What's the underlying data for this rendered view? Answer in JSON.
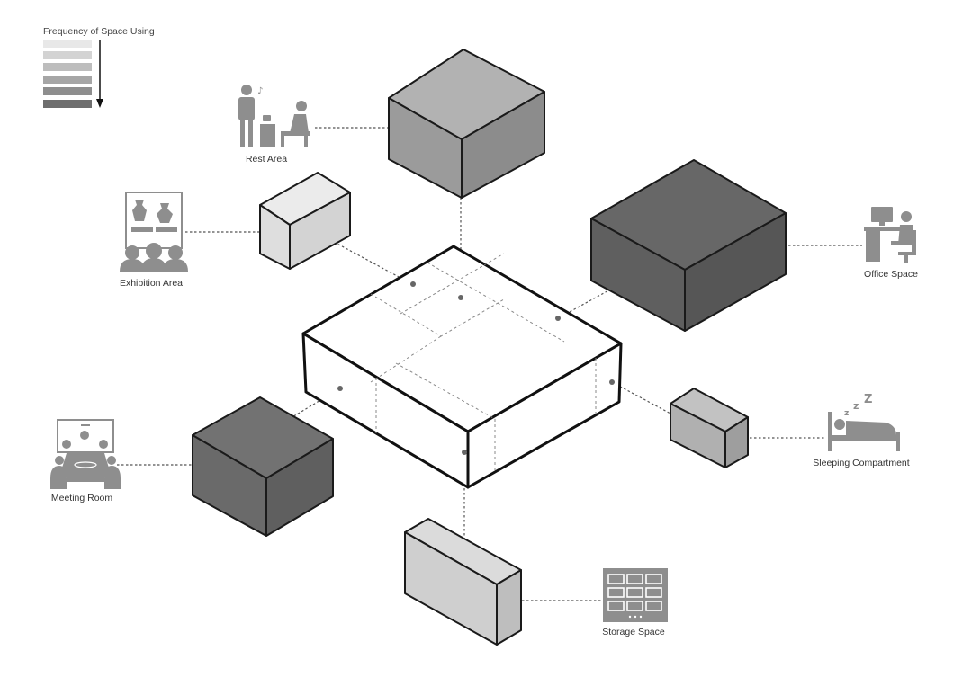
{
  "legend": {
    "title": "Frequency of Space Using",
    "shades": [
      "#e8e8e8",
      "#d3d3d3",
      "#bdbdbd",
      "#a6a6a6",
      "#8e8e8e",
      "#6e6e6e"
    ]
  },
  "spaces": {
    "rest_area": {
      "label": "Rest Area",
      "color": "#9b9b9b"
    },
    "exhibition_area": {
      "label": "Exhibition Area",
      "color": "#dedede"
    },
    "office_space": {
      "label": "Office Space",
      "color": "#5f5f5f"
    },
    "sleeping_compartment": {
      "label": "Sleeping Compartment",
      "color": "#b0b0b0"
    },
    "meeting_room": {
      "label": "Meeting Room",
      "color": "#6a6a6a"
    },
    "storage_space": {
      "label": "Storage Space",
      "color": "#cfcfcf"
    }
  },
  "central_block": {
    "color": "#ffffff"
  },
  "colors": {
    "icon": "#8e8e8e",
    "edge": "#1a1a1a"
  }
}
